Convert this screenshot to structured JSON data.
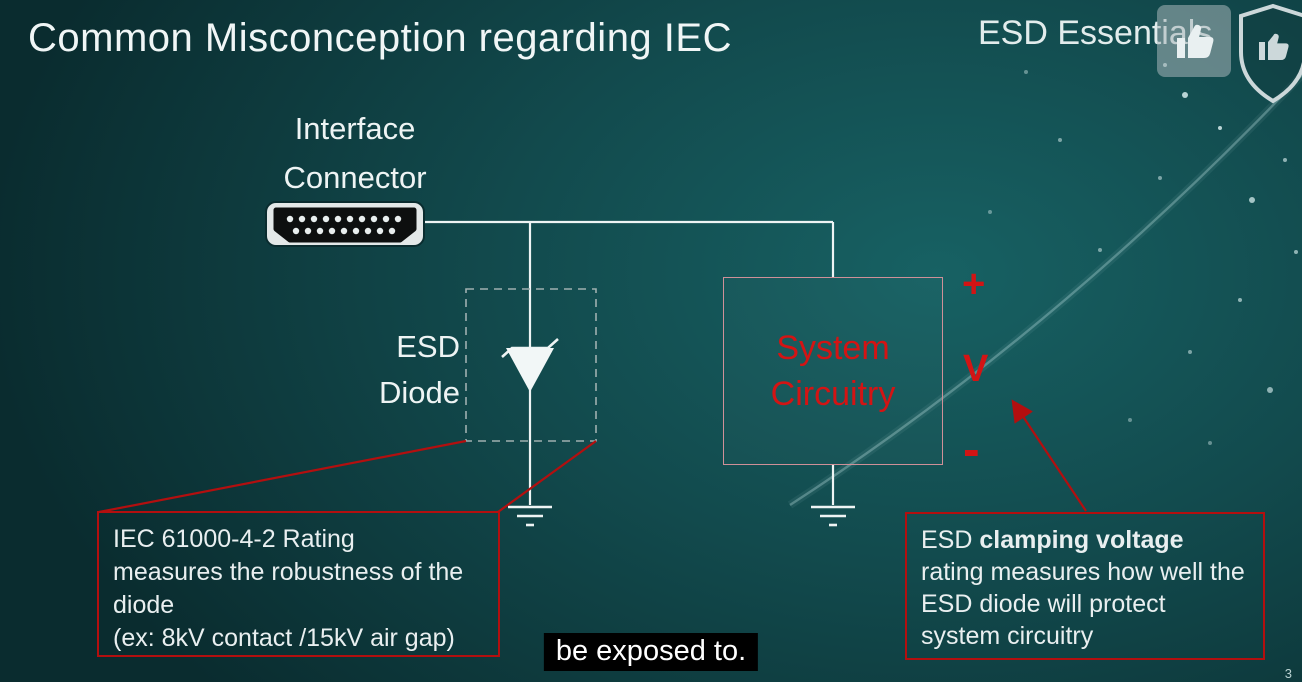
{
  "slide": {
    "title": "Common Misconception regarding IEC",
    "brand": "ESD Essentials",
    "page_number": "3"
  },
  "connector": {
    "label_line1": "Interface",
    "label_line2": "Connector"
  },
  "diode": {
    "label_line1": "ESD",
    "label_line2": "Diode"
  },
  "system_box": {
    "line1": "System",
    "line2": "Circuitry"
  },
  "voltage_marks": {
    "plus": "+",
    "v": "V",
    "minus": "-"
  },
  "callout_iec": {
    "lines": [
      "IEC 61000-4-2 Rating",
      "measures the robustness of the",
      "diode",
      "(ex: 8kV contact /15kV air gap)"
    ]
  },
  "callout_clamping": {
    "line1_pre": "ESD ",
    "line1_bold": "clamping voltage",
    "lines_rest": [
      "rating measures how well the",
      "ESD diode will protect",
      "system circuitry"
    ]
  },
  "caption": {
    "text": "be exposed to."
  },
  "icons": {
    "thumbs_up": "thumbs-up-icon",
    "shield": "shield-icon"
  },
  "colors": {
    "accent_red": "#d31414",
    "callout_red": "#b30f0f",
    "diagram_white": "#eef4f4",
    "background_dark": "#0a2c2f",
    "background_light": "#176163",
    "caption_bg": "#000000",
    "caption_text": "#ffffff"
  }
}
